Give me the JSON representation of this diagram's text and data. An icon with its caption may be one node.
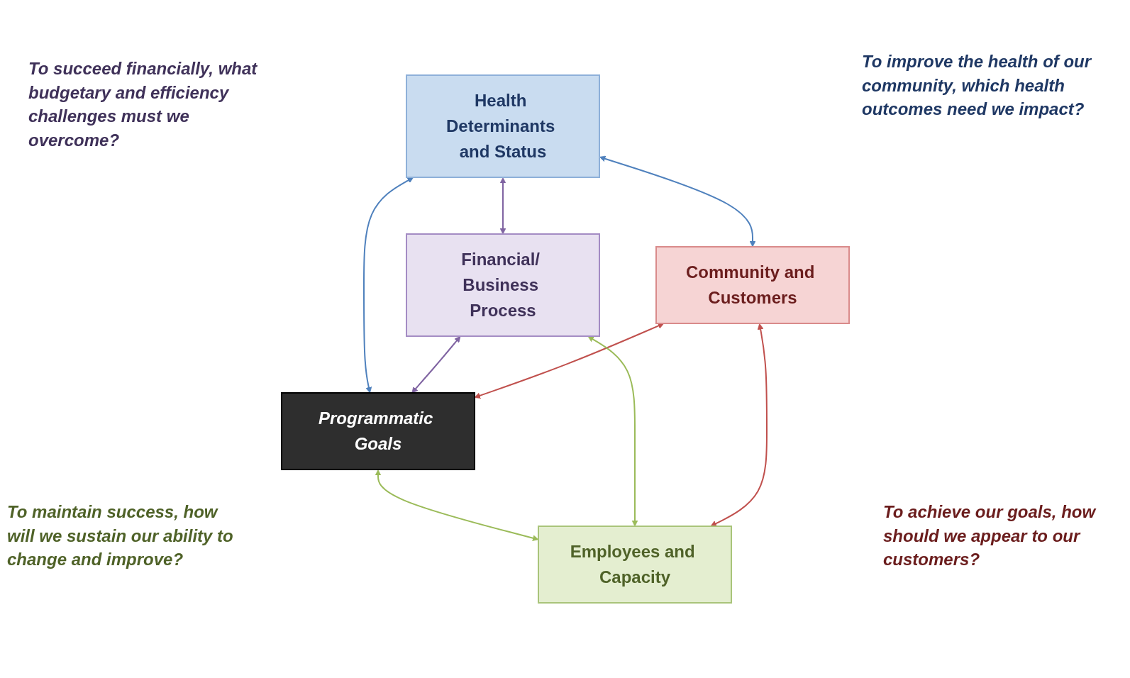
{
  "diagram": {
    "nodes": [
      {
        "text": [
          "Health Determinants and Status"
        ]
      },
      {
        "text": [
          "Financial/ Business Process"
        ]
      },
      {
        "text": [
          "Programmatic Goals"
        ]
      },
      {
        "text": [
          "Community and Customers"
        ]
      },
      {
        "text": [
          "Employees and Capacity"
        ]
      }
    ],
    "edges": [
      {
        "from": 0,
        "to": 1,
        "arrow": "both",
        "color": "#8064a2"
      },
      {
        "from": 0,
        "to": 3,
        "arrow": "both",
        "color": "#4f81bd"
      },
      {
        "from": 0,
        "to": 2,
        "arrow": "both",
        "color": "#4f81bd"
      },
      {
        "from": 1,
        "to": 2,
        "arrow": "both",
        "color": "#8064a2"
      },
      {
        "from": 3,
        "to": 2,
        "arrow": "both",
        "color": "#c0504d"
      },
      {
        "from": 2,
        "to": 4,
        "arrow": "both",
        "color": "#9bbb59"
      },
      {
        "from": 1,
        "to": 4,
        "arrow": "both",
        "color": "#9bbb59"
      },
      {
        "from": 3,
        "to": 4,
        "arrow": "both",
        "color": "#c0504d"
      }
    ],
    "labels": [
      "To succeed financially, what budgetary and efficiency challenges must we overcome?",
      "To improve the health of our community, which health outcomes need we impact?",
      "To maintain success, how will we sustain our ability to change and improve?",
      "To achieve our goals, how should we appear to our customers?"
    ]
  }
}
